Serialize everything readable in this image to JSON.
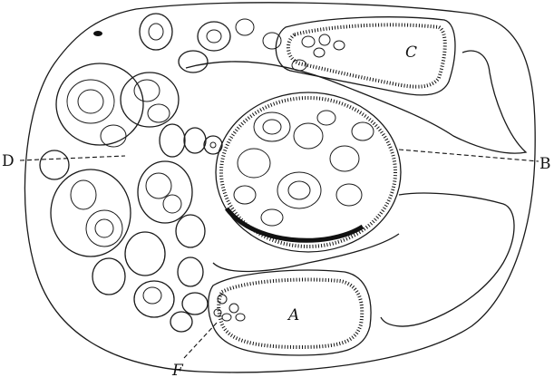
{
  "labels": {
    "A": "A",
    "B": "B",
    "C": "C",
    "D": "D",
    "F": "F"
  },
  "colors": {
    "ink": "#111111",
    "paper": "#ffffff"
  }
}
